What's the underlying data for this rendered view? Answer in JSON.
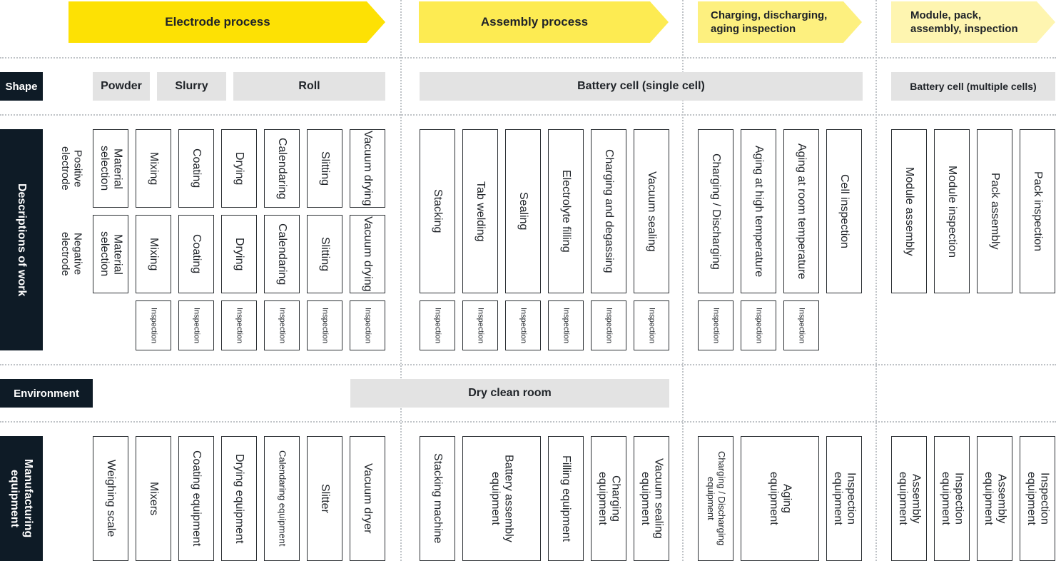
{
  "processes": [
    {
      "label": "Electrode process"
    },
    {
      "label": "Assembly process"
    },
    {
      "label": "Charging, discharging, aging inspection"
    },
    {
      "label": "Module, pack, assembly, inspection"
    }
  ],
  "rows": {
    "shape": "Shape",
    "descriptions": "Descriptions of work",
    "environment": "Environment",
    "equipment": "Manufacturing equipment"
  },
  "shapes": {
    "powder": "Powder",
    "slurry": "Slurry",
    "roll": "Roll",
    "single_cell": "Battery cell (single cell)",
    "multiple_cells": "Battery cell (multiple cells)"
  },
  "electrodes": {
    "positive": "Positive electrode",
    "negative": "Negative electrode"
  },
  "work": {
    "positive": [
      "Material selection",
      "Mixing",
      "Coating",
      "Drying",
      "Calendaring",
      "Slitting",
      "Vacuum drying"
    ],
    "negative": [
      "Material selection",
      "Mixing",
      "Coating",
      "Drying",
      "Calendaring",
      "Slitting",
      "Vacuum drying"
    ],
    "assembly": [
      "Stacking",
      "Tab welding",
      "Sealing",
      "Electrolyte filling",
      "Charging and degassing",
      "Vacuum sealing"
    ],
    "charging": [
      "Charging / Discharging",
      "Aging at high temperature",
      "Aging at room temperature",
      "Cell inspection"
    ],
    "module": [
      "Module assembly",
      "Module inspection",
      "Pack assembly",
      "Pack inspection"
    ],
    "inspection_label": "Inspection"
  },
  "environment": {
    "dry_clean_room": "Dry clean room"
  },
  "equipment": {
    "electrode": [
      "Weighing scale",
      "Mixers",
      "Coating equipment",
      "Drying equipment",
      "Calendaring equipment",
      "Slitter",
      "Vacuum dryer"
    ],
    "assembly": [
      "Stacking machine",
      "Battery assembly equipment",
      "Filling equipment",
      "Charging equipment",
      "Vacuum sealing equipment"
    ],
    "charging": [
      "Charging / Discharging equipment",
      "Aging equipment",
      "Inspection equipment"
    ],
    "module": [
      "Assembly equipment",
      "Inspection equipment",
      "Assembly equipment",
      "Inspection equipment"
    ]
  },
  "colors": {
    "arrow_1": "#fde104",
    "arrow_2": "#fdeb52",
    "arrow_3": "#fdf07f",
    "arrow_4": "#fef5b0",
    "label_bg": "#0e1b26",
    "shape_bg": "#e3e3e3"
  }
}
